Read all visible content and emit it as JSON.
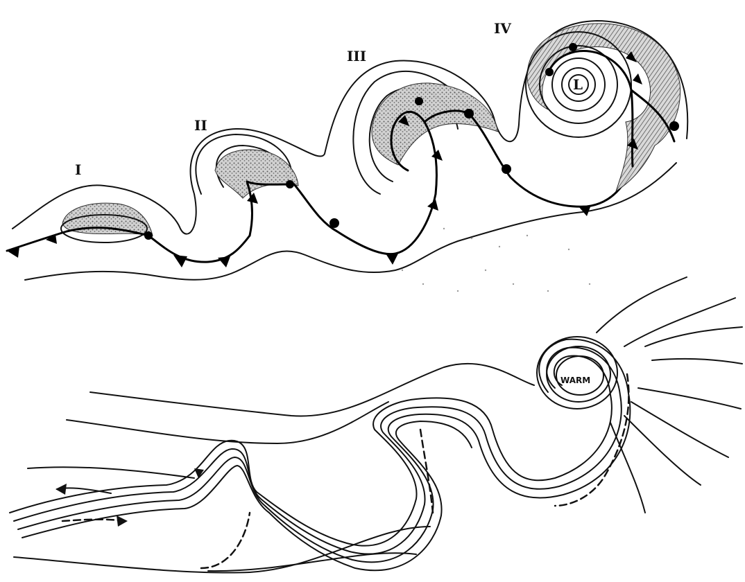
{
  "figure": {
    "stages": [
      {
        "id": "stage-1",
        "label": "I"
      },
      {
        "id": "stage-2",
        "label": "II"
      },
      {
        "id": "stage-3",
        "label": "III"
      },
      {
        "id": "stage-4",
        "label": "IV"
      }
    ],
    "low_label": "L",
    "warm_label": "WARM",
    "colors": {
      "ink": "#111111",
      "cloud_shade": "#8a8a8a",
      "background": "#ffffff"
    }
  }
}
